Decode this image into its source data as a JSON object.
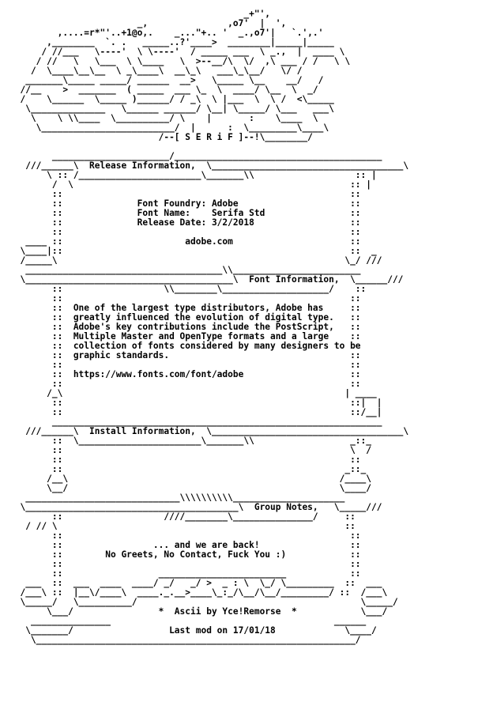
{
  "nfo": {
    "lines": [
      "                                            _+\"',",
      "                        _,               ,o7'  |  ',",
      "         ,....=r*\"'..+1@o,.    _...\"+.. '  _.,o7'|   `.',.'",
      "       ,________  `. .   _____..?'____>  ________|_____|_____",
      "      / //___   \\----'  \\ \\----'  / _____ ___  \\ _.,  |  ____ \\",
      "     / //   \\   \\___  \\ \\____   \\  >--__/\\  \\/  ,\\ ___ / /   \\ \\",
      "    /  \\____\\__\\__  \\ _\\____\\  __\\_\\   ___\\_\\__/   \\/ /",
      "   _______\\_____ _____/ ______  __>   \\_____ \\__    __/   /",
      "  //__    >  _______  ( _____  ___ \\_  \\  ____/ \\__  \\  _/",
      "  /    \\______  \\_____ )______/ / _\\  \\ |___  \\  \\ /  <\\_____",
      "   \\______________   \\______ ______/ \\__| \\_____/ \\___   ___\\",
      "    \\    \\ \\\\____  \\__________/ \\    |       :    \\____  \\",
      "     \\_________________________/  |      :  \\_________\\____\\",
      "                            /--[ S E R i F ]--!\\________/",
      "",
      "        ______________________/_______________________________________",
      "   ///______\\  Release Information,  \\____________________________________\\",
      "       \\ :: /_______________________\\_______\\\\                   :: |",
      "        /  \\                                                    :: |",
      "        ::                                                      ::",
      "        ::              Font Foundry: Adobe                     ::",
      "        ::              Font Name:    Serifa Std                ::",
      "        ::              Release Date: 3/2/2018                  ::",
      "        ::                                                      ::",
      "   ____ ::                       adobe.com                      ::",
      "  \\____|::                                                      ::  _",
      "  /_____\\                                                      \\_/ ///",
      "   _____________________________________\\\\________________________",
      "  \\_______________________________________\\  Font Information,  \\______///",
      "        ::                   \\\\________\\____________________/    ::",
      "        ::                                                      ::",
      "        ::  One of the largest type distributors, Adobe has     ::",
      "        ::  greatly influenced the evolution of digital type.   ::",
      "        ::  Adobe's key contributions include the PostScript,   ::",
      "        ::  Multiple Master and OpenType formats and a large    ::",
      "        ::  collection of fonts considered by many designers to be",
      "        ::  graphic standards.                                  ::",
      "        ::                                                      ::",
      "        ::  https://www.fonts.com/font/adobe                    ::",
      "        ::                                                      ::",
      "       /_\\                                                     | ____",
      "        ::                                                      ::|  |",
      "        ::                                                      ::/__|",
      "        ______________________________________________________________",
      "   ///______\\  Install Information,  \\____________________________________\\",
      "        ::  \\_______________________\\_______\\\\                  _::_",
      "        ::                                                      \\  /",
      "        ::                                                      ::",
      "        ::                                                     _::_",
      "       /__\\                                                   /____\\",
      "       \\__/                                                   \\____/",
      "   _____________________________\\\\\\\\\\\\\\\\\\\\_____________________",
      "  \\________________________________________\\  Group Notes,   \\_____///",
      "        ::                   ////________\\_______________/     ::",
      "   / // \\                                                      ::",
      "        ::                                                      ::",
      "        ::                 ... and we are back!                 ::",
      "        ::        No Greets, No Contact, Fuck You :)            ::",
      "        ::                                                      ::",
      "        ::                  ________________________            ::",
      "   ___  ::  ___  ____  ____/ _/   _/ >  _ : \\  \\_/ \\_________  ::  ___",
      "  /___\\ ::  |__\\/____\\  ____._.__>____\\_:_/\\__/\\__/_________/ ::  /___\\",
      "  \\_____/   \\__________/                                          \\_____/",
      "       \\___/                *  Ascii by Yce!Remorse  *            \\___/",
      "    _______________                                          ______",
      "   \\_______/                  Last mod on 17/01/18             \\____/",
      "    \\____________________________________________________________/"
    ]
  }
}
